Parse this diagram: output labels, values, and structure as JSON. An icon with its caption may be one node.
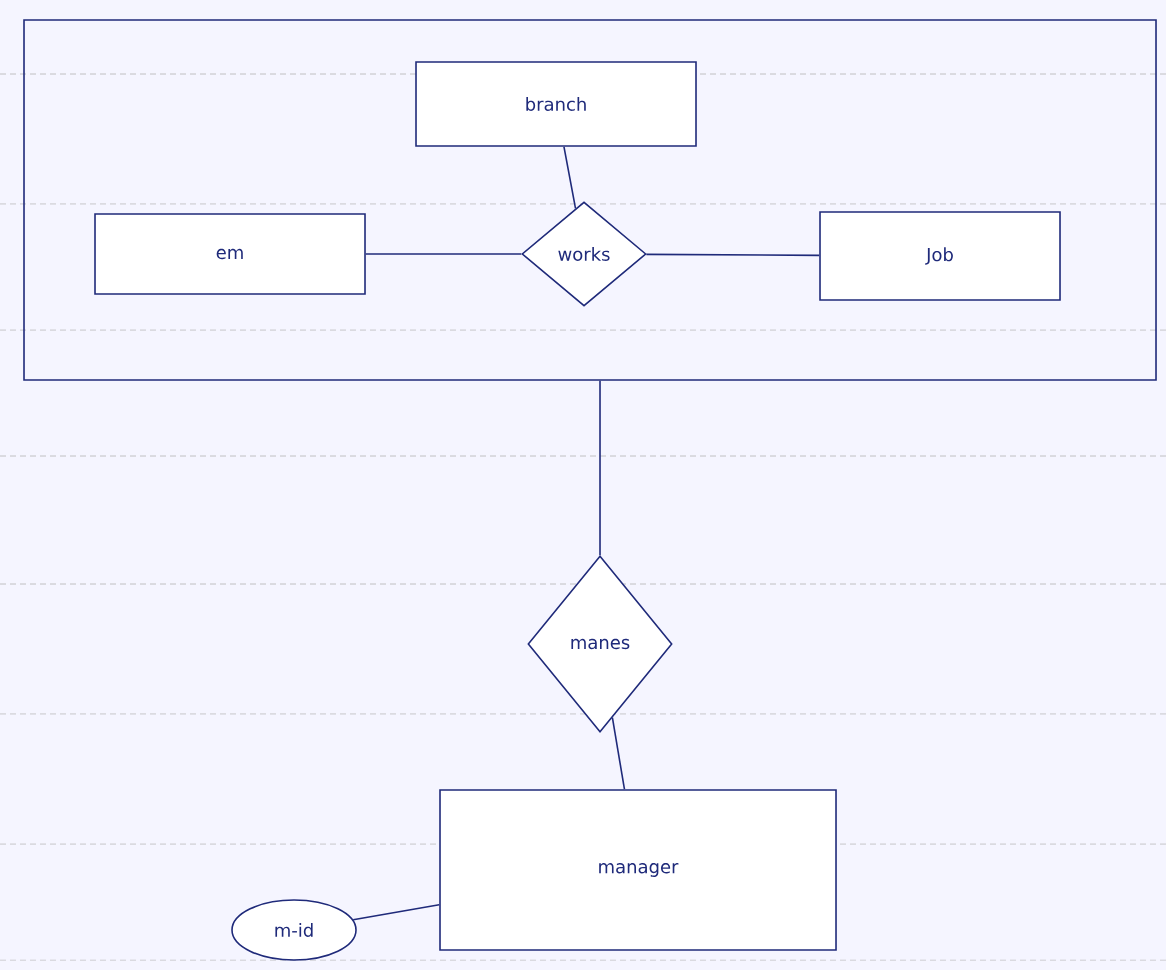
{
  "diagram": {
    "nodes": [
      {
        "text": [],
        "shape": "box"
      },
      {
        "text": [
          "branch"
        ],
        "in": 0
      },
      {
        "text": [
          "em"
        ],
        "in": 0
      },
      {
        "text": [
          "works"
        ],
        "in": 0
      },
      {
        "text": [
          "Job"
        ],
        "in": 0
      },
      {
        "text": [
          "manes"
        ]
      },
      {
        "text": [
          "manager"
        ]
      },
      {
        "text": [
          "m-id"
        ]
      }
    ],
    "edges": [
      {
        "from": 1,
        "to": 3,
        "arrow": "none"
      },
      {
        "from": 2,
        "to": 3,
        "arrow": "none"
      },
      {
        "from": 3,
        "to": 4,
        "arrow": "none"
      },
      {
        "from": 0,
        "to": 5,
        "arrow": "none"
      },
      {
        "from": 5,
        "to": 6,
        "arrow": "none"
      },
      {
        "from": 7,
        "to": 6,
        "arrow": "none"
      }
    ]
  }
}
